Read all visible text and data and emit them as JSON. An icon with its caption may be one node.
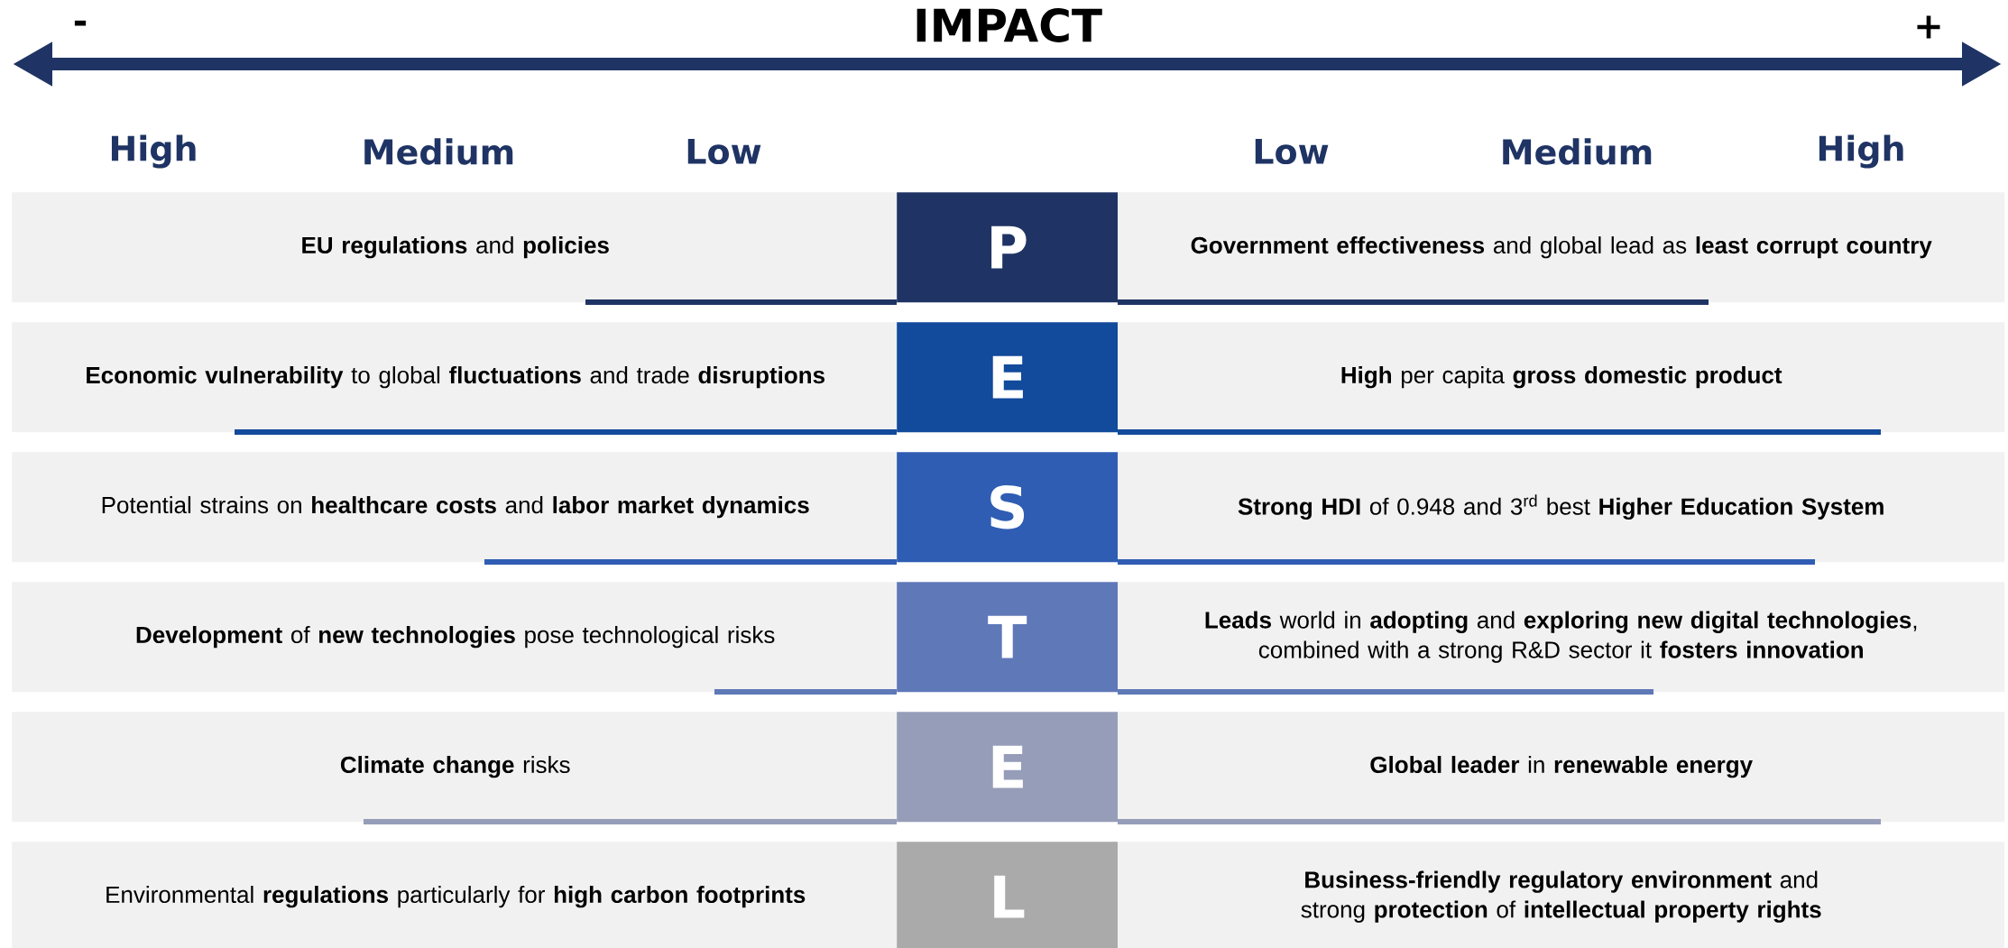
{
  "diagram": {
    "title": "IMPACT",
    "nodes": [
      {
        "text": [
          "**EU regulations** and **policies**"
        ]
      },
      {
        "text": [
          "P"
        ]
      },
      {
        "text": [
          "**Government effectiveness** and global lead as **least corrupt country**"
        ]
      },
      {
        "text": [
          "**Economic vulnerability** to global **fluctuations** and trade **disruptions**"
        ]
      },
      {
        "text": [
          "E"
        ]
      },
      {
        "text": [
          "**High** per capita **gross domestic product**"
        ]
      },
      {
        "text": [
          "Potential strains on **healthcare costs** and **labor market dynamics**"
        ]
      },
      {
        "text": [
          "S"
        ]
      },
      {
        "text": [
          "**Strong HDI** of 0.948 and 3$^{rd}$ best **Higher Education System**"
        ]
      },
      {
        "text": [
          "**Development** of **new technologies** pose technological risks"
        ]
      },
      {
        "text": [
          "T"
        ]
      },
      {
        "text": [
          "**Leads** world in **adopting** and **exploring new digital technologies**, combined with a strong R&D sector it **fosters innovation**"
        ]
      },
      {
        "text": [
          "**Climate change** risks"
        ]
      },
      {
        "text": [
          "E"
        ]
      },
      {
        "text": [
          "**Global leader** in **renewable energy**"
        ]
      },
      {
        "text": [
          "Environmental **regulations** particularly for **high carbon footprints**"
        ]
      },
      {
        "text": [
          "L"
        ]
      },
      {
        "text": [
          "**Business-friendly regulatory environment** and strong **protection** of **intellectual property rights**"
        ]
      }
    ],
    "labels": [
      "-",
      "+",
      "High",
      "Medium",
      "Low",
      "Low",
      "Medium",
      "High"
    ]
  }
}
